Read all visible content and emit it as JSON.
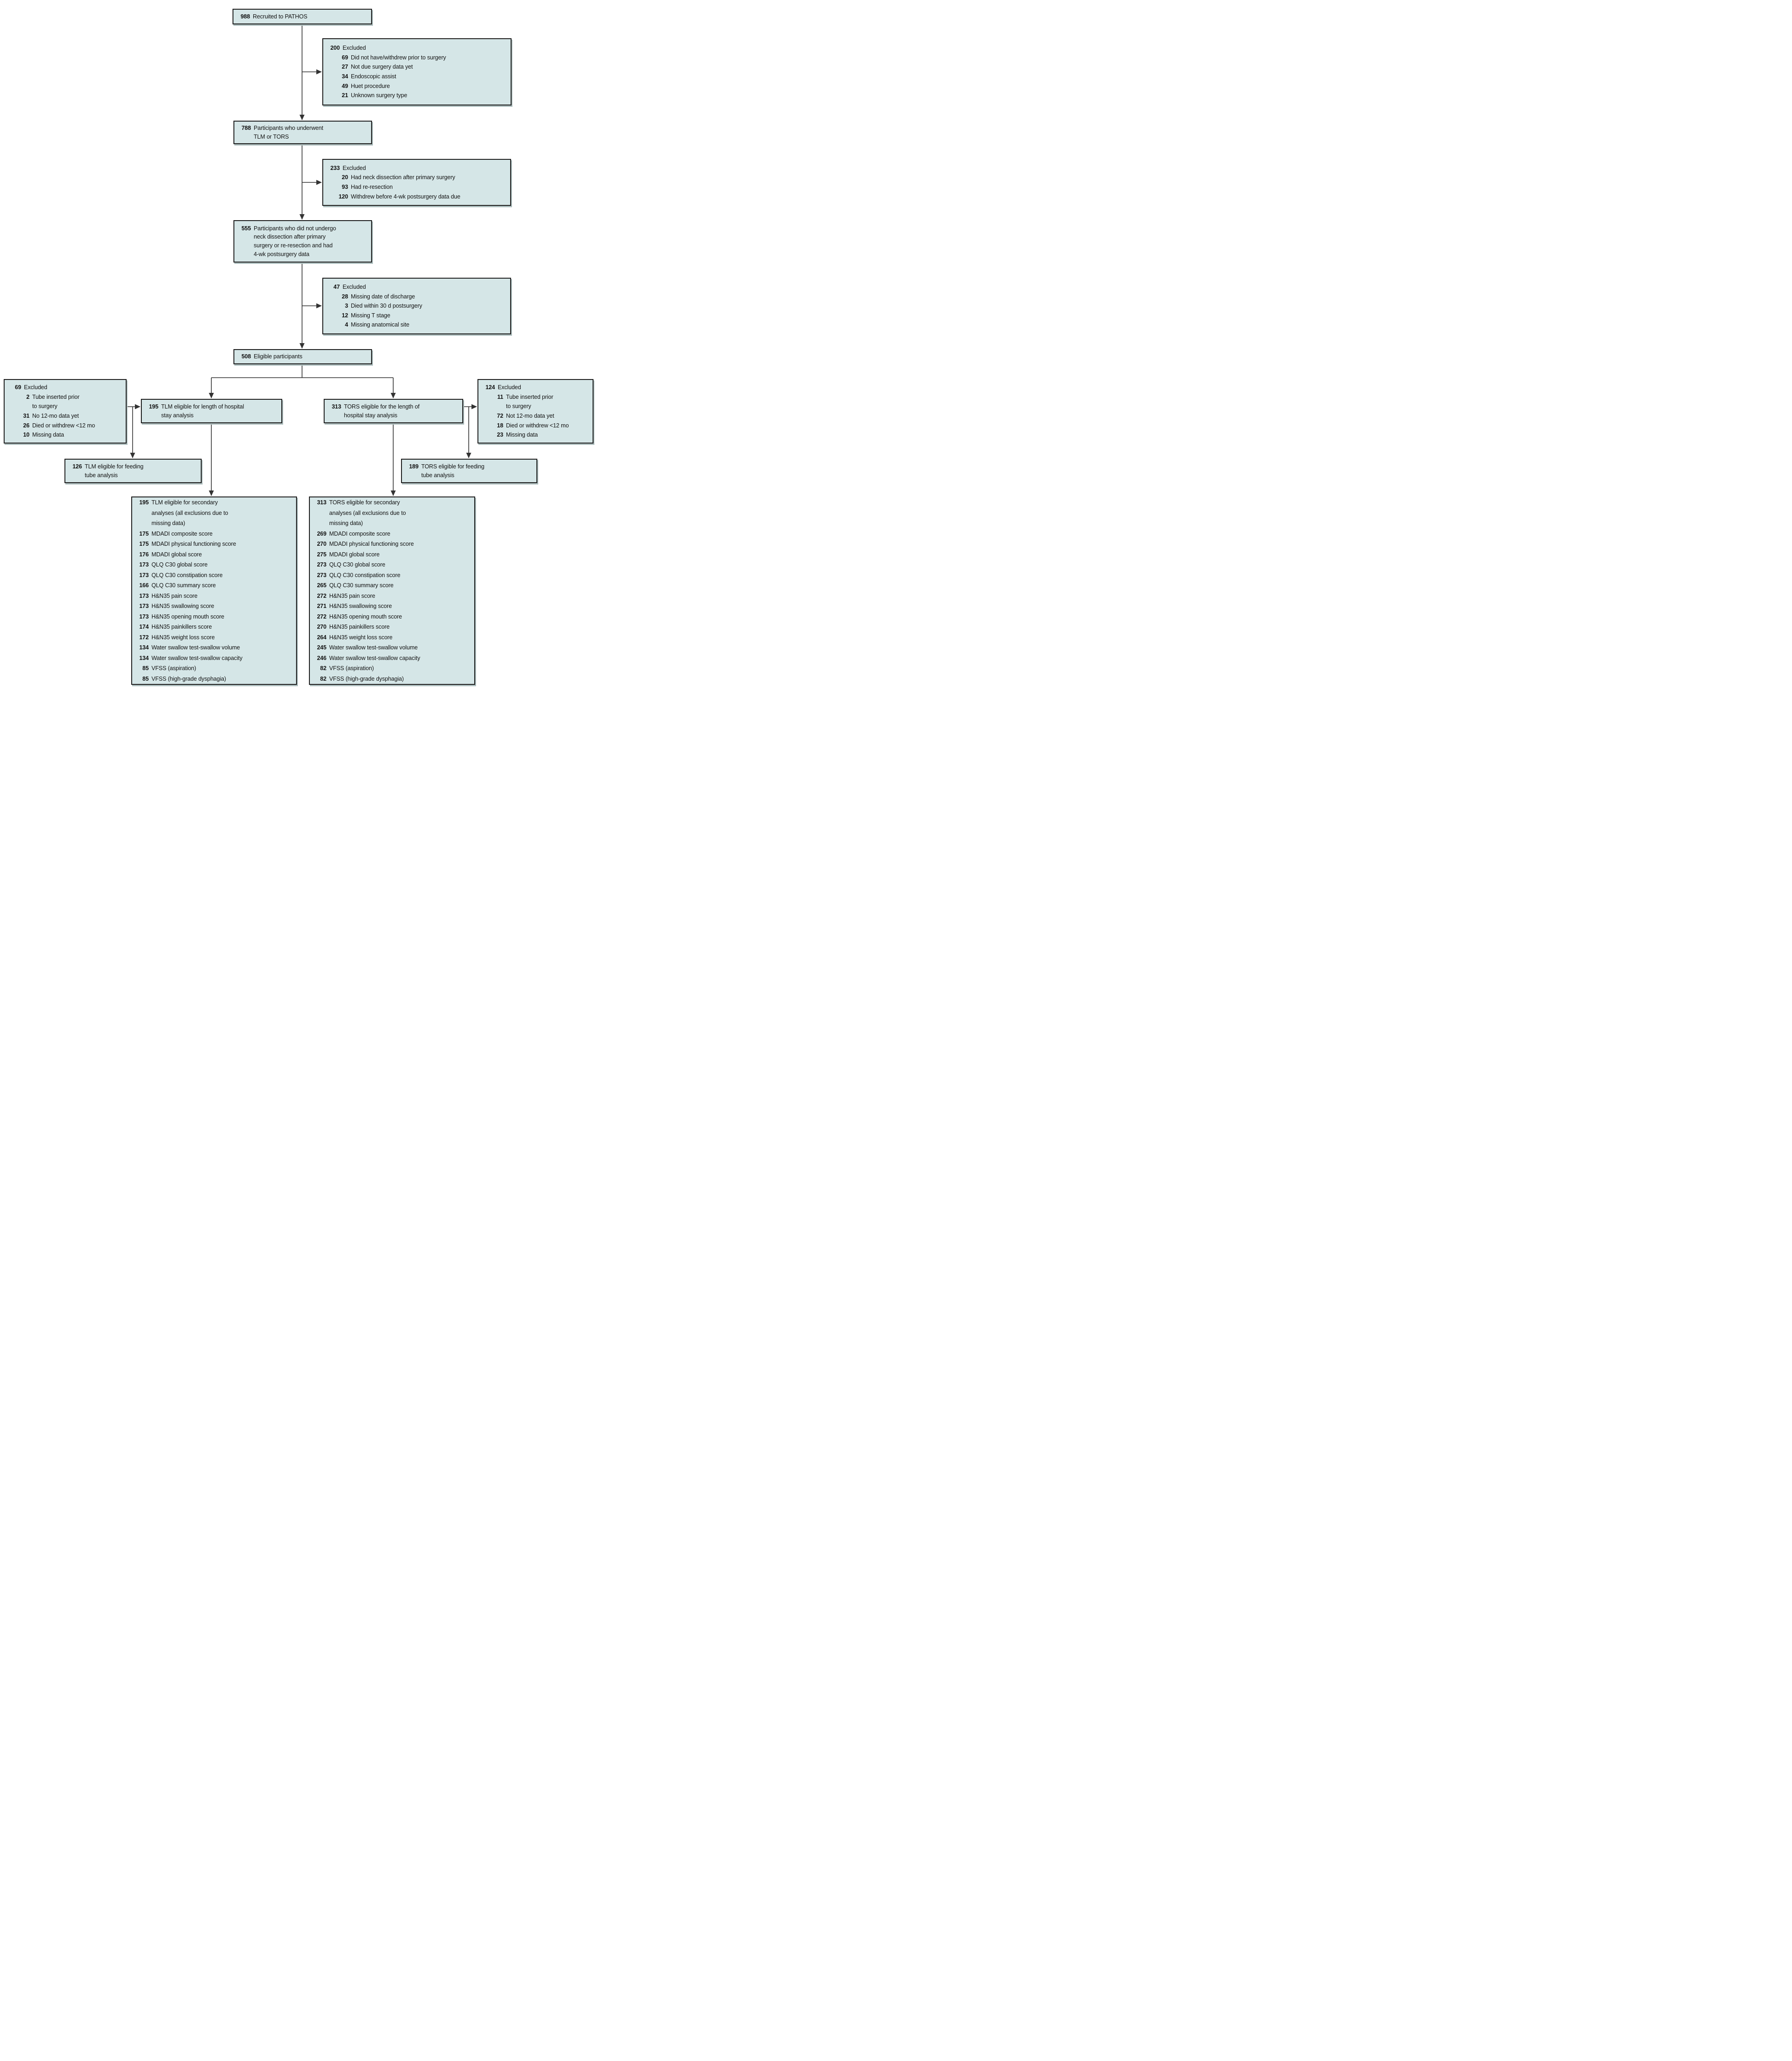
{
  "figure_type": "participant-flow-diagram",
  "palette": {
    "box_fill": "#d5e6e7",
    "box_border": "#1f1f1f",
    "connector_line": "#333333",
    "box_shadow": "#aebfbf",
    "text": "#111111"
  },
  "boxes": {
    "recruited": {
      "rows": [
        {
          "n": "988",
          "t": "Recruited to PATHOS"
        }
      ]
    },
    "excluded_surgery": {
      "rows": [
        {
          "n": "200",
          "t": "Excluded"
        },
        {
          "n": "69",
          "t": "Did not have/withdrew prior to surgery",
          "sub": true
        },
        {
          "n": "27",
          "t": "Not due surgery data yet",
          "sub": true
        },
        {
          "n": "34",
          "t": "Endoscopic assist",
          "sub": true
        },
        {
          "n": "49",
          "t": "Huet procedure",
          "sub": true
        },
        {
          "n": "21",
          "t": "Unknown surgery type",
          "sub": true
        }
      ]
    },
    "underwent": {
      "rows": [
        {
          "n": "788",
          "t": "Participants who underwent\nTLM or TORS"
        }
      ]
    },
    "excluded_dissection": {
      "rows": [
        {
          "n": "233",
          "t": "Excluded"
        },
        {
          "n": "20",
          "t": "Had neck dissection after primary surgery",
          "sub": true
        },
        {
          "n": "93",
          "t": "Had re-resection",
          "sub": true
        },
        {
          "n": "120",
          "t": "Withdrew before 4-wk postsurgery data due",
          "sub": true
        }
      ]
    },
    "no_dissection": {
      "rows": [
        {
          "n": "555",
          "t": "Participants who did not undergo\nneck dissection after primary\nsurgery or re-resection and had\n4-wk postsurgery data"
        }
      ]
    },
    "excluded_missing": {
      "rows": [
        {
          "n": "47",
          "t": "Excluded"
        },
        {
          "n": "28",
          "t": "Missing date of discharge",
          "sub": true
        },
        {
          "n": "3",
          "t": "Died within 30 d postsurgery",
          "sub": true
        },
        {
          "n": "12",
          "t": "Missing T stage",
          "sub": true
        },
        {
          "n": "4",
          "t": "Missing anatomical site",
          "sub": true
        }
      ]
    },
    "eligible": {
      "rows": [
        {
          "n": "508",
          "t": "Eligible participants"
        }
      ]
    },
    "excluded_tlm": {
      "rows": [
        {
          "n": "69",
          "t": "Excluded"
        },
        {
          "n": "2",
          "t": "Tube inserted prior\nto surgery",
          "sub": true
        },
        {
          "n": "31",
          "t": "No 12-mo data yet",
          "sub": true
        },
        {
          "n": "26",
          "t": "Died or withdrew <12 mo",
          "sub": true
        },
        {
          "n": "10",
          "t": "Missing data",
          "sub": true
        }
      ]
    },
    "tlm_los": {
      "rows": [
        {
          "n": "195",
          "t": "TLM eligible for length of hospital\nstay analysis"
        }
      ]
    },
    "tors_los": {
      "rows": [
        {
          "n": "313",
          "t": "TORS eligible for the length of\nhospital stay analysis"
        }
      ]
    },
    "excluded_tors": {
      "rows": [
        {
          "n": "124",
          "t": "Excluded"
        },
        {
          "n": "11",
          "t": "Tube inserted prior\nto surgery",
          "sub": true
        },
        {
          "n": "72",
          "t": "Not 12-mo data yet",
          "sub": true
        },
        {
          "n": "18",
          "t": "Died or withdrew <12 mo",
          "sub": true
        },
        {
          "n": "23",
          "t": "Missing data",
          "sub": true
        }
      ]
    },
    "tlm_feeding": {
      "rows": [
        {
          "n": "126",
          "t": "TLM eligible for feeding\ntube analysis"
        }
      ]
    },
    "tors_feeding": {
      "rows": [
        {
          "n": "189",
          "t": "TORS eligible for feeding\ntube analysis"
        }
      ]
    },
    "tlm_secondary": {
      "rows": [
        {
          "n": "195",
          "t": "TLM eligible for secondary\nanalyses (all exclusions due to\nmissing data)"
        },
        {
          "n": "175",
          "t": "MDADI composite score"
        },
        {
          "n": "175",
          "t": "MDADI physical functioning score"
        },
        {
          "n": "176",
          "t": "MDADI global score"
        },
        {
          "n": "173",
          "t": "QLQ C30 global score"
        },
        {
          "n": "173",
          "t": "QLQ C30 constipation score"
        },
        {
          "n": "166",
          "t": "QLQ C30 summary score"
        },
        {
          "n": "173",
          "t": "H&N35 pain score"
        },
        {
          "n": "173",
          "t": "H&N35 swallowing score"
        },
        {
          "n": "173",
          "t": "H&N35 opening mouth score"
        },
        {
          "n": "174",
          "t": "H&N35 painkillers score"
        },
        {
          "n": "172",
          "t": "H&N35 weight loss score"
        },
        {
          "n": "134",
          "t": "Water swallow test-swallow volume"
        },
        {
          "n": "134",
          "t": "Water swallow test-swallow capacity"
        },
        {
          "n": "85",
          "t": "VFSS (aspiration)"
        },
        {
          "n": "85",
          "t": "VFSS (high-grade dysphagia)"
        }
      ]
    },
    "tors_secondary": {
      "rows": [
        {
          "n": "313",
          "t": "TORS eligible for secondary\nanalyses (all exclusions due to\nmissing data)"
        },
        {
          "n": "269",
          "t": "MDADI composite score"
        },
        {
          "n": "270",
          "t": "MDADI physical functioning score"
        },
        {
          "n": "275",
          "t": "MDADI global score"
        },
        {
          "n": "273",
          "t": "QLQ C30 global score"
        },
        {
          "n": "273",
          "t": "QLQ C30 constipation score"
        },
        {
          "n": "265",
          "t": "QLQ C30 summary score"
        },
        {
          "n": "272",
          "t": "H&N35 pain score"
        },
        {
          "n": "271",
          "t": "H&N35 swallowing score"
        },
        {
          "n": "272",
          "t": "H&N35 opening mouth score"
        },
        {
          "n": "270",
          "t": "H&N35 painkillers score"
        },
        {
          "n": "264",
          "t": "H&N35 weight loss score"
        },
        {
          "n": "245",
          "t": "Water swallow test-swallow volume"
        },
        {
          "n": "246",
          "t": "Water swallow test-swallow capacity"
        },
        {
          "n": "82",
          "t": "VFSS (aspiration)"
        },
        {
          "n": "82",
          "t": "VFSS (high-grade dysphagia)"
        }
      ]
    }
  }
}
